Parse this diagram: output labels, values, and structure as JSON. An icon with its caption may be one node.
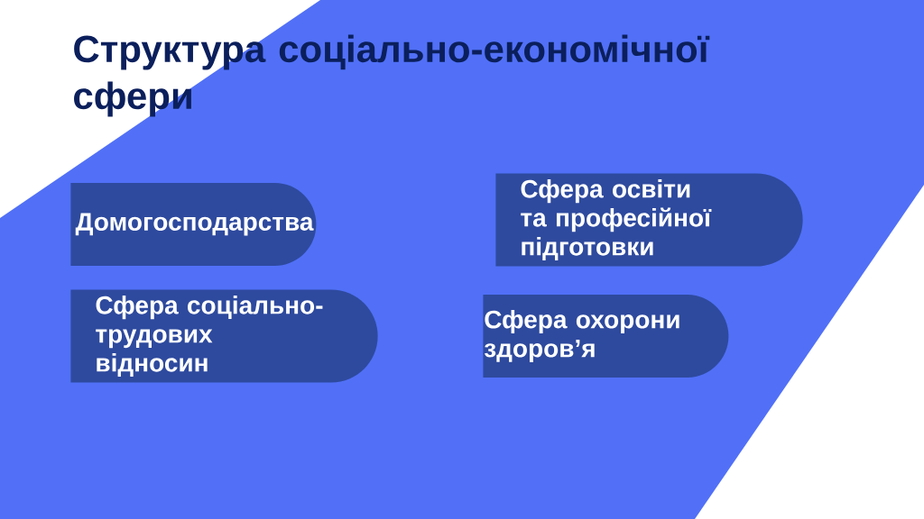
{
  "diagram": {
    "title": "Структура соціально-економічної сфери",
    "nodes": [
      {
        "text": [
          "Домогосподарства"
        ]
      },
      {
        "text": [
          "Сфера освіти та професійної підготовки"
        ]
      },
      {
        "text": [
          "Сфера соціально-трудових відносин"
        ]
      },
      {
        "text": [
          "Сфера охорони здоров’я"
        ]
      }
    ]
  }
}
